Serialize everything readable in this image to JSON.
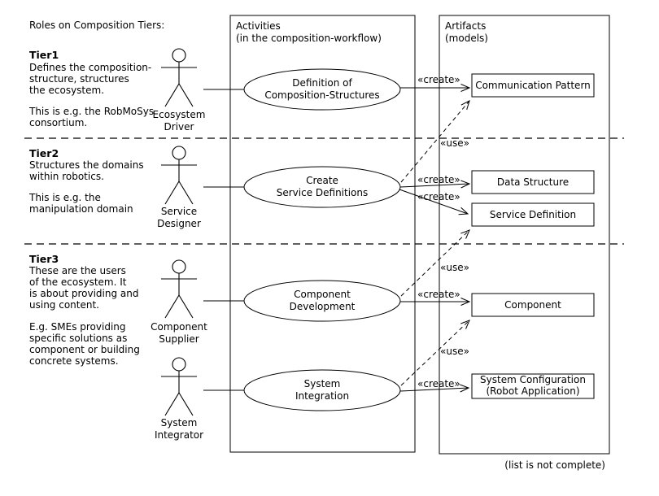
{
  "page_title": "Roles on Composition Tiers:",
  "footnote": "(list is not complete)",
  "stereotypes": {
    "create": "«create»",
    "use": "«use»"
  },
  "colors": {
    "ink": "#000000",
    "background": "#ffffff"
  },
  "tiers": [
    {
      "name": "Tier1",
      "lines": [
        "Defines the composition-",
        "structure, structures",
        "the ecosystem.",
        "",
        "This is e.g. the RobMoSys",
        "consortium."
      ],
      "actor": {
        "line1": "Ecosystem",
        "line2": "Driver"
      }
    },
    {
      "name": "Tier2",
      "lines": [
        "Structures the domains",
        "within robotics.",
        "",
        "This is e.g. the",
        "manipulation domain"
      ],
      "actor": {
        "line1": "Service",
        "line2": "Designer"
      }
    },
    {
      "name": "Tier3",
      "lines": [
        "These are the users",
        "of the ecosystem. It",
        "is about providing and",
        "using content.",
        "",
        "E.g. SMEs providing",
        "specific solutions as",
        "component or building",
        "concrete systems."
      ],
      "actors": [
        {
          "line1": "Component",
          "line2": "Supplier"
        },
        {
          "line1": "System",
          "line2": "Integrator"
        }
      ]
    }
  ],
  "activities": {
    "title": "Activities",
    "subtitle": "(in the composition-workflow)",
    "items": [
      {
        "line1": "Definition of",
        "line2": "Composition-Structures"
      },
      {
        "line1": "Create",
        "line2": "Service Definitions"
      },
      {
        "line1": "Component",
        "line2": "Development"
      },
      {
        "line1": "System",
        "line2": "Integration"
      }
    ]
  },
  "artifacts": {
    "title": "Artifacts",
    "subtitle": "(models)",
    "items": [
      {
        "line1": "Communication Pattern"
      },
      {
        "line1": "Data Structure"
      },
      {
        "line1": "Service Definition"
      },
      {
        "line1": "Component"
      },
      {
        "line1": "System Configuration",
        "line2": "(Robot Application)"
      }
    ]
  }
}
